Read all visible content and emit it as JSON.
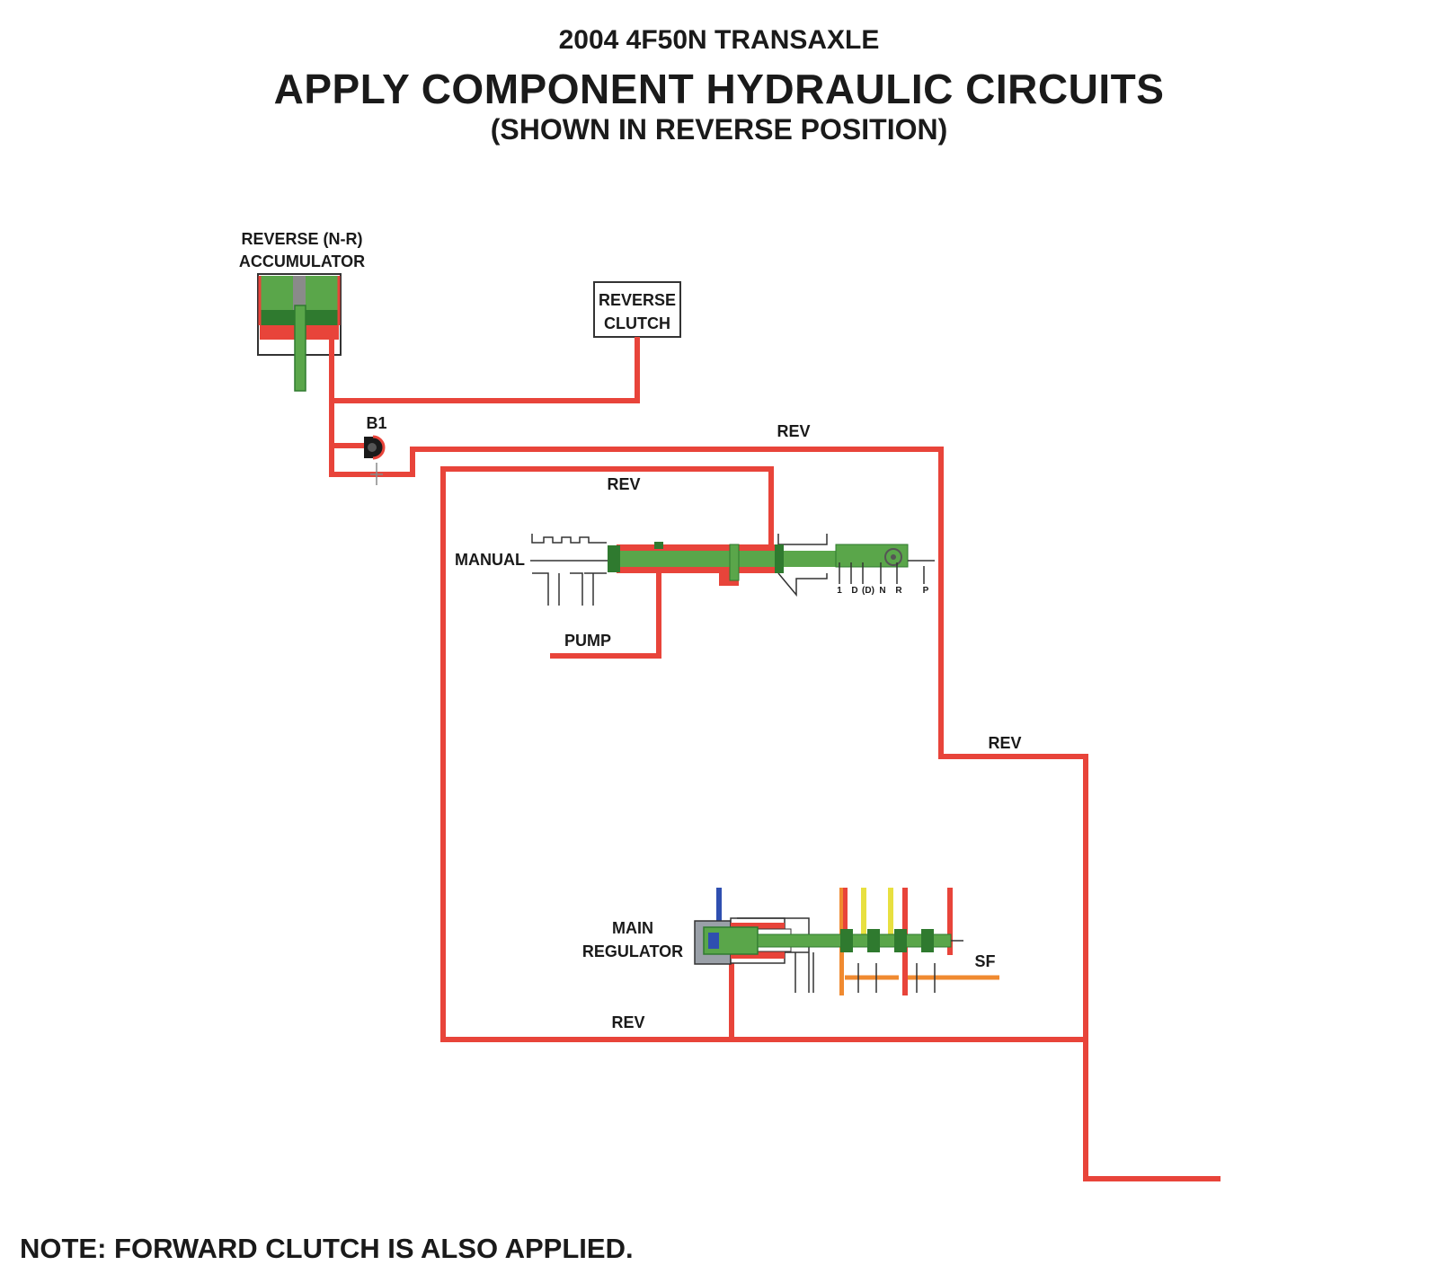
{
  "header": {
    "line1": "2004 4F50N TRANSAXLE",
    "line2": "APPLY COMPONENT HYDRAULIC CIRCUITS",
    "line3": "(SHOWN IN REVERSE POSITION)"
  },
  "labels": {
    "accumulator_line1": "REVERSE (N-R)",
    "accumulator_line2": "ACCUMULATOR",
    "reverse_clutch_line1": "REVERSE",
    "reverse_clutch_line2": "CLUTCH",
    "b1": "B1",
    "rev_top": "REV",
    "rev_inner": "REV",
    "rev_right": "REV",
    "rev_bottom": "REV",
    "manual": "MANUAL",
    "pump": "PUMP",
    "main_regulator_line1": "MAIN",
    "main_regulator_line2": "REGULATOR",
    "sf": "SF",
    "manual_positions": {
      "p1": "1",
      "pd": "D",
      "pdd": "(D)",
      "pn": "N",
      "pr": "R",
      "pp": "P"
    }
  },
  "note": "NOTE: FORWARD CLUTCH IS ALSO APPLIED.",
  "colors": {
    "pressure_red": "#e8443a",
    "apply_green": "#5aa64a",
    "dark_green": "#2f7a2f",
    "gray": "#8a8a8a",
    "blue": "#2f4fb0",
    "yellow": "#e8e040",
    "orange": "#f08a30",
    "line_black": "#333333"
  }
}
